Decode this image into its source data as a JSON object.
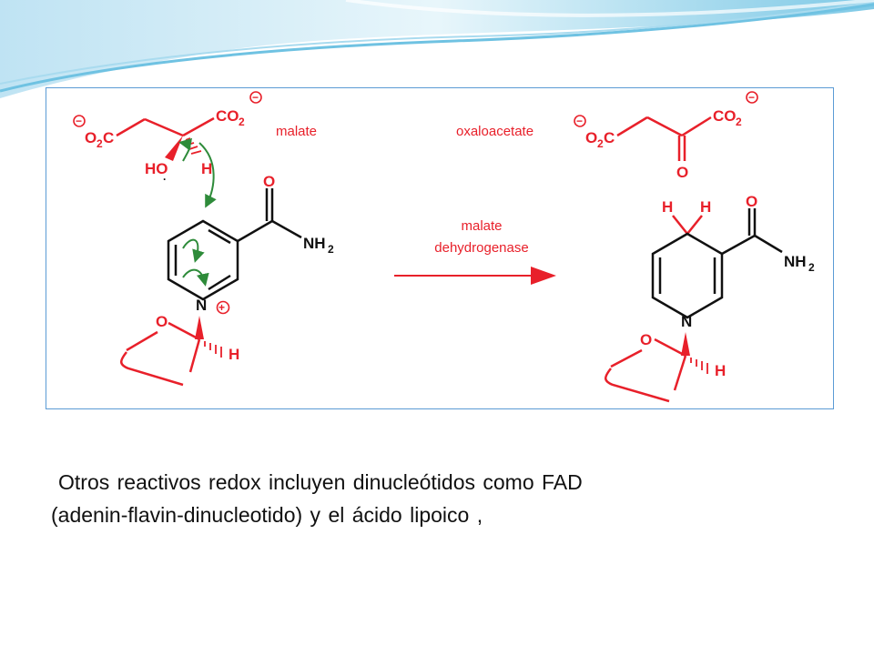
{
  "diagram": {
    "reactant_label": "malate",
    "product_label": "oxaloacetate",
    "enzyme_line1": "malate",
    "enzyme_line2": "dehydrogenase",
    "colors": {
      "red": "#e8202a",
      "green": "#2e8b3a",
      "frame": "#5b9bd5"
    }
  },
  "caption": {
    "line1": "Otros reactivos redox incluyen dinucleótidos como FAD",
    "line2": "(adenin-flavin-dinucleotido) y el  ácido lipoico ,"
  }
}
